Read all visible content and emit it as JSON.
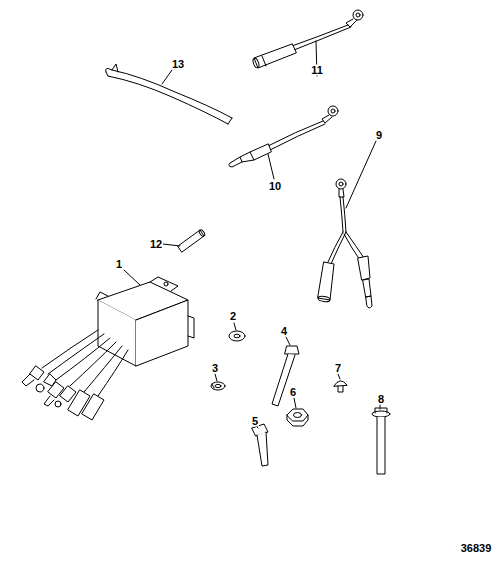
{
  "diagram": {
    "labels": [
      "13",
      "11",
      "10",
      "9",
      "12",
      "1",
      "2",
      "3",
      "4",
      "7",
      "6",
      "5",
      "8",
      "36839"
    ]
  }
}
